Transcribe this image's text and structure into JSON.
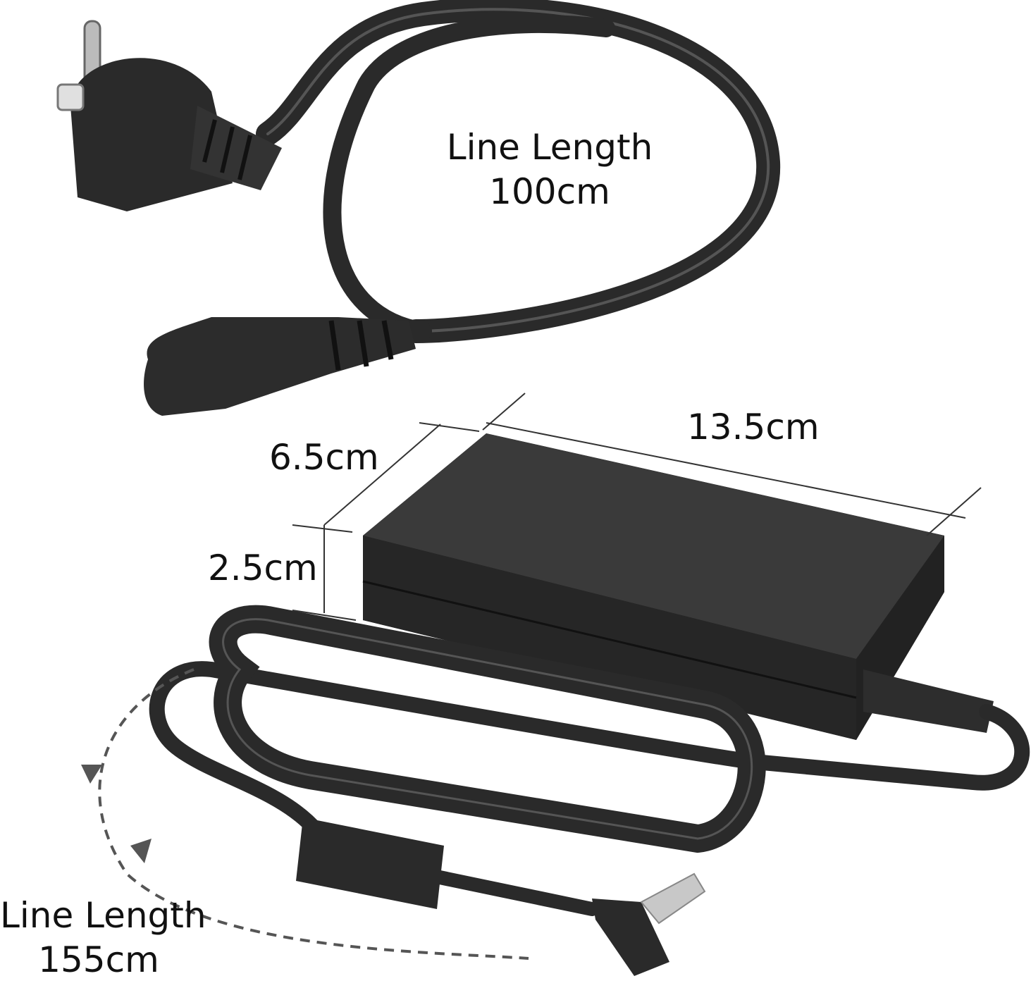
{
  "ac_cord": {
    "title": "Line Length",
    "length": "100cm"
  },
  "adapter": {
    "length": "13.5cm",
    "width": "6.5cm",
    "height": "2.5cm"
  },
  "dc_cord": {
    "title": "Line Length",
    "length": "155cm"
  },
  "colors": {
    "product": "#2a2a2a",
    "highlight": "#4a4a4a",
    "dimension_line": "#333333",
    "dashed_arrow": "#555555"
  }
}
